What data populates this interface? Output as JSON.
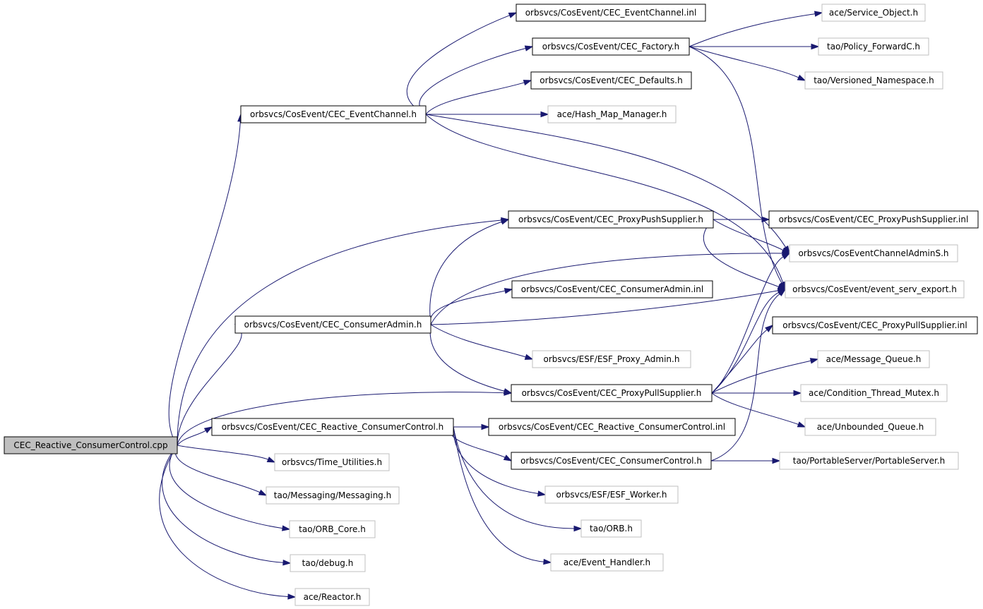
{
  "colors": {
    "edge": "#191970",
    "root_fill": "#bfbfbf",
    "solid_border": "#000000",
    "missing_border": "#bfbfbf",
    "background": "#ffffff"
  },
  "nodes": {
    "root": {
      "label": "CEC_Reactive_ConsumerControl.cpp",
      "kind": "root"
    },
    "ec_h": {
      "label": "orbsvcs/CosEvent/CEC_EventChannel.h",
      "kind": "solid"
    },
    "ec_inl": {
      "label": "orbsvcs/CosEvent/CEC_EventChannel.inl",
      "kind": "solid"
    },
    "factory": {
      "label": "orbsvcs/CosEvent/CEC_Factory.h",
      "kind": "solid"
    },
    "defaults": {
      "label": "orbsvcs/CosEvent/CEC_Defaults.h",
      "kind": "solid"
    },
    "hashmap": {
      "label": "ace/Hash_Map_Manager.h",
      "kind": "missing"
    },
    "svcobj": {
      "label": "ace/Service_Object.h",
      "kind": "missing"
    },
    "policyfwd": {
      "label": "tao/Policy_ForwardC.h",
      "kind": "missing"
    },
    "versioned": {
      "label": "tao/Versioned_Namespace.h",
      "kind": "missing"
    },
    "pps_h": {
      "label": "orbsvcs/CosEvent/CEC_ProxyPushSupplier.h",
      "kind": "solid"
    },
    "pps_inl": {
      "label": "orbsvcs/CosEvent/CEC_ProxyPushSupplier.inl",
      "kind": "solid"
    },
    "adminS": {
      "label": "orbsvcs/CosEventChannelAdminS.h",
      "kind": "missing"
    },
    "export": {
      "label": "orbsvcs/CosEvent/event_serv_export.h",
      "kind": "missing"
    },
    "ca_inl": {
      "label": "orbsvcs/CosEvent/CEC_ConsumerAdmin.inl",
      "kind": "solid"
    },
    "ca_h": {
      "label": "orbsvcs/CosEvent/CEC_ConsumerAdmin.h",
      "kind": "solid"
    },
    "ppl_inl": {
      "label": "orbsvcs/CosEvent/CEC_ProxyPullSupplier.inl",
      "kind": "solid"
    },
    "esf_admin": {
      "label": "orbsvcs/ESF/ESF_Proxy_Admin.h",
      "kind": "missing"
    },
    "msgq": {
      "label": "ace/Message_Queue.h",
      "kind": "missing"
    },
    "ppl_h": {
      "label": "orbsvcs/CosEvent/CEC_ProxyPullSupplier.h",
      "kind": "solid"
    },
    "condmutex": {
      "label": "ace/Condition_Thread_Mutex.h",
      "kind": "missing"
    },
    "unbq": {
      "label": "ace/Unbounded_Queue.h",
      "kind": "missing"
    },
    "rcc_h": {
      "label": "orbsvcs/CosEvent/CEC_Reactive_ConsumerControl.h",
      "kind": "solid"
    },
    "rcc_inl": {
      "label": "orbsvcs/CosEvent/CEC_Reactive_ConsumerControl.inl",
      "kind": "solid"
    },
    "cc_h": {
      "label": "orbsvcs/CosEvent/CEC_ConsumerControl.h",
      "kind": "solid"
    },
    "portable": {
      "label": "tao/PortableServer/PortableServer.h",
      "kind": "missing"
    },
    "timeutil": {
      "label": "orbsvcs/Time_Utilities.h",
      "kind": "missing"
    },
    "messaging": {
      "label": "tao/Messaging/Messaging.h",
      "kind": "missing"
    },
    "esfworker": {
      "label": "orbsvcs/ESF/ESF_Worker.h",
      "kind": "missing"
    },
    "orbcore": {
      "label": "tao/ORB_Core.h",
      "kind": "missing"
    },
    "orb": {
      "label": "tao/ORB.h",
      "kind": "missing"
    },
    "debug": {
      "label": "tao/debug.h",
      "kind": "missing"
    },
    "evhandler": {
      "label": "ace/Event_Handler.h",
      "kind": "missing"
    },
    "reactor": {
      "label": "ace/Reactor.h",
      "kind": "missing"
    }
  },
  "edges": [
    [
      "root",
      "ec_h"
    ],
    [
      "root",
      "pps_h"
    ],
    [
      "root",
      "ca_h"
    ],
    [
      "root",
      "ppl_h"
    ],
    [
      "root",
      "rcc_h"
    ],
    [
      "root",
      "timeutil"
    ],
    [
      "root",
      "messaging"
    ],
    [
      "root",
      "orbcore"
    ],
    [
      "root",
      "debug"
    ],
    [
      "root",
      "reactor"
    ],
    [
      "ec_h",
      "ec_inl"
    ],
    [
      "ec_h",
      "factory"
    ],
    [
      "ec_h",
      "defaults"
    ],
    [
      "ec_h",
      "hashmap"
    ],
    [
      "ec_h",
      "adminS"
    ],
    [
      "ec_h",
      "export"
    ],
    [
      "factory",
      "svcobj"
    ],
    [
      "factory",
      "policyfwd"
    ],
    [
      "factory",
      "versioned"
    ],
    [
      "factory",
      "export"
    ],
    [
      "pps_h",
      "pps_inl"
    ],
    [
      "pps_h",
      "adminS"
    ],
    [
      "pps_h",
      "export"
    ],
    [
      "ca_h",
      "pps_h"
    ],
    [
      "ca_h",
      "adminS"
    ],
    [
      "ca_h",
      "ca_inl"
    ],
    [
      "ca_h",
      "export"
    ],
    [
      "ca_h",
      "esf_admin"
    ],
    [
      "ca_h",
      "ppl_h"
    ],
    [
      "ppl_h",
      "adminS"
    ],
    [
      "ppl_h",
      "export"
    ],
    [
      "ppl_h",
      "ppl_inl"
    ],
    [
      "ppl_h",
      "msgq"
    ],
    [
      "ppl_h",
      "condmutex"
    ],
    [
      "ppl_h",
      "unbq"
    ],
    [
      "rcc_h",
      "rcc_inl"
    ],
    [
      "rcc_h",
      "cc_h"
    ],
    [
      "rcc_h",
      "esfworker"
    ],
    [
      "rcc_h",
      "orb"
    ],
    [
      "rcc_h",
      "evhandler"
    ],
    [
      "cc_h",
      "export"
    ],
    [
      "cc_h",
      "portable"
    ]
  ]
}
